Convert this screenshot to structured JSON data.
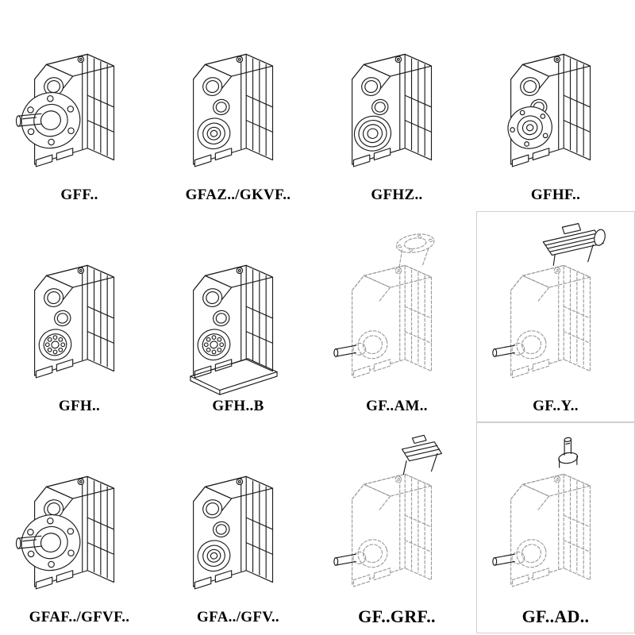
{
  "page": {
    "background": "#ffffff",
    "line_color": "#1c1c1c",
    "phantom_line_color": "#9b9b9b"
  },
  "catalog": {
    "cells": [
      {
        "label": "GFF..",
        "drawing": "gearbox-flange-output-shaft",
        "bordered": false
      },
      {
        "label": "GFAZ../GKVF..",
        "drawing": "gearbox-hollow-shaft",
        "bordered": false
      },
      {
        "label": "GFHZ..",
        "drawing": "gearbox-hollow-shaft-shrink-disc",
        "bordered": false
      },
      {
        "label": "GFHF..",
        "drawing": "gearbox-flange-hollow-shaft",
        "bordered": false
      },
      {
        "label": "GFH..",
        "drawing": "gearbox-foot-mounted-bearing",
        "bordered": false
      },
      {
        "label": "GFH..B",
        "drawing": "gearbox-foot-mounted-base",
        "bordered": false
      },
      {
        "label": "GF..AM..",
        "drawing": "gearbox-phantom-motor-adapter-flange",
        "bordered": false
      },
      {
        "label": "GF..Y..",
        "drawing": "gearbox-phantom-with-motor",
        "bordered": true
      },
      {
        "label": "GFAF../GFVF..",
        "drawing": "gearbox-flange-output-shaft-large",
        "bordered": false
      },
      {
        "label": "GFA../GFV..",
        "drawing": "gearbox-hollow-shaft-large",
        "bordered": false
      },
      {
        "label": "GF..GRF..",
        "drawing": "gearbox-phantom-input-adapter",
        "bordered": false
      },
      {
        "label": "GF..AD..",
        "drawing": "gearbox-phantom-input-shaft",
        "bordered": true
      }
    ]
  }
}
